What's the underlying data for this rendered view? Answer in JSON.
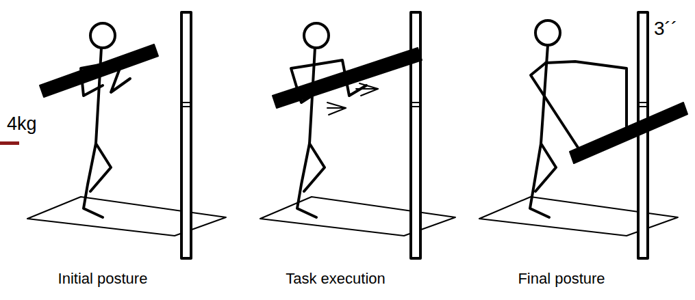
{
  "diagram": {
    "labels": [
      "4kg",
      "3´´",
      "Initial posture",
      "Task execution",
      "Final posture"
    ]
  }
}
